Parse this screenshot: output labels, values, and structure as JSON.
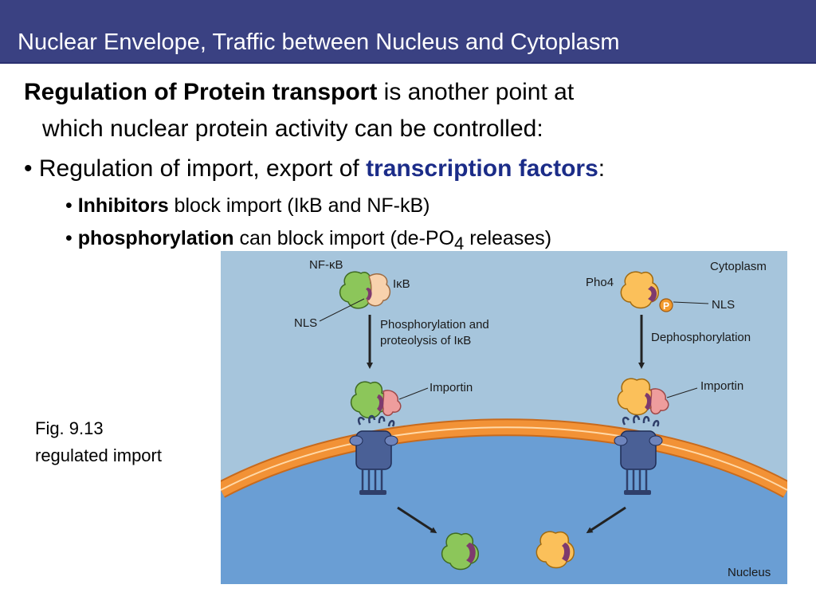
{
  "title": "Nuclear Envelope, Traffic between Nucleus and Cytoplasm",
  "body": {
    "intro_bold": "Regulation of Protein transport",
    "intro_rest": " is another point at",
    "intro_line2": "which nuclear protein activity can be controlled:",
    "bullet1_prefix": "• Regulation of import, export of ",
    "bullet1_highlight": "transcription factors",
    "bullet1_suffix": ":",
    "sub1_bullet": "•",
    "sub1_bold": "Inhibitors",
    "sub1_rest": " block import (IkB and NF-kB)",
    "sub2_bullet": "•",
    "sub2_bold": "phosphorylation",
    "sub2_rest": " can block import (de-PO",
    "sub2_subscript": "4",
    "sub2_end": " releases)"
  },
  "caption": {
    "line1": "Fig. 9.13",
    "line2": "regulated import"
  },
  "figure": {
    "cytoplasm_label": "Cytoplasm",
    "nucleus_label": "Nucleus",
    "left": {
      "complex_label": "NF-κB",
      "inhibitor_label": "IκB",
      "nls_label": "NLS",
      "step_line1": "Phosphorylation and",
      "step_line2": "proteolysis of IκB",
      "importin_label": "Importin"
    },
    "right": {
      "protein_label": "Pho4",
      "phospho_label": "P",
      "nls_label": "NLS",
      "step_label": "Dephosphorylation",
      "importin_label": "Importin"
    },
    "colors": {
      "cytoplasm": "#a6c5dc",
      "nucleus": "#6a9ed4",
      "membrane": "#f29236",
      "nfkb_green": "#8cc65a",
      "ikb_peach": "#f8d2ad",
      "pho4_orange": "#fbc05a",
      "importin_pink": "#ee9d9d",
      "nls_purple": "#7e3a6e",
      "pore_blue": "#4a6096",
      "phosphate": "#f39a2c"
    }
  }
}
